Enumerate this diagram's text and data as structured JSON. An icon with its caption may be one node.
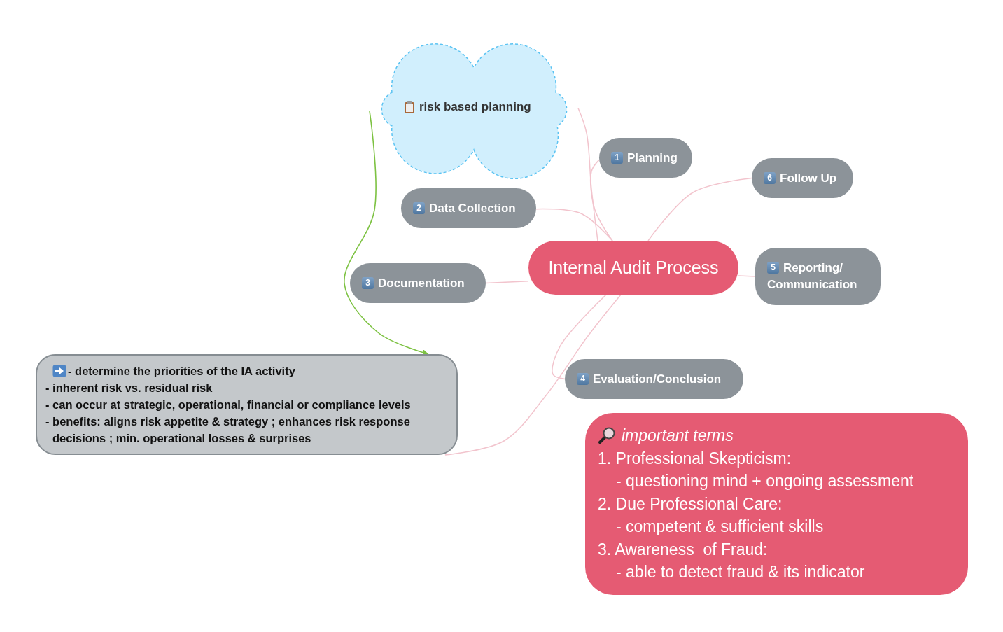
{
  "diagram": {
    "nodes": [
      {
        "text": [
          "Internal Audit Process"
        ]
      },
      {
        "text": [
          "risk based planning"
        ]
      },
      {
        "text": [
          "1",
          "Planning"
        ]
      },
      {
        "text": [
          "6",
          "Follow Up"
        ]
      },
      {
        "text": [
          "2",
          "Data Collection"
        ]
      },
      {
        "text": [
          "3",
          "Documentation"
        ]
      },
      {
        "text": [
          "5",
          "Reporting/ Communication"
        ]
      },
      {
        "text": [
          "4",
          "Evaluation/Conclusion"
        ]
      },
      {
        "text": [
          "- determine the priorities of the IA activity",
          "- inherent risk vs. residual risk",
          "- can occur at strategic, operational, financial or compliance levels",
          "- benefits: aligns risk appetite & strategy ; enhances risk response decisions ; min. operational losses & surprises"
        ]
      },
      {
        "text": [
          "important terms",
          "1. Professional Skepticism:",
          "- questioning mind + ongoing assessment",
          "2. Due Professional Care:",
          "- competent & sufficient skills",
          "3. Awareness  of Fraud:",
          "- able to detect fraud & its indicator"
        ]
      }
    ],
    "edges": [
      {
        "from": 0,
        "to": 2,
        "arrow": "none"
      },
      {
        "from": 0,
        "to": 1,
        "arrow": "none"
      },
      {
        "from": 0,
        "to": 4,
        "arrow": "none"
      },
      {
        "from": 0,
        "to": 5,
        "arrow": "none"
      },
      {
        "from": 0,
        "to": 3,
        "arrow": "none"
      },
      {
        "from": 0,
        "to": 6,
        "arrow": "none"
      },
      {
        "from": 0,
        "to": 7,
        "arrow": "none"
      },
      {
        "from": 0,
        "to": 8,
        "arrow": "none"
      },
      {
        "from": 1,
        "to": 8,
        "arrow": "to",
        "color": "#7dc242"
      }
    ]
  }
}
